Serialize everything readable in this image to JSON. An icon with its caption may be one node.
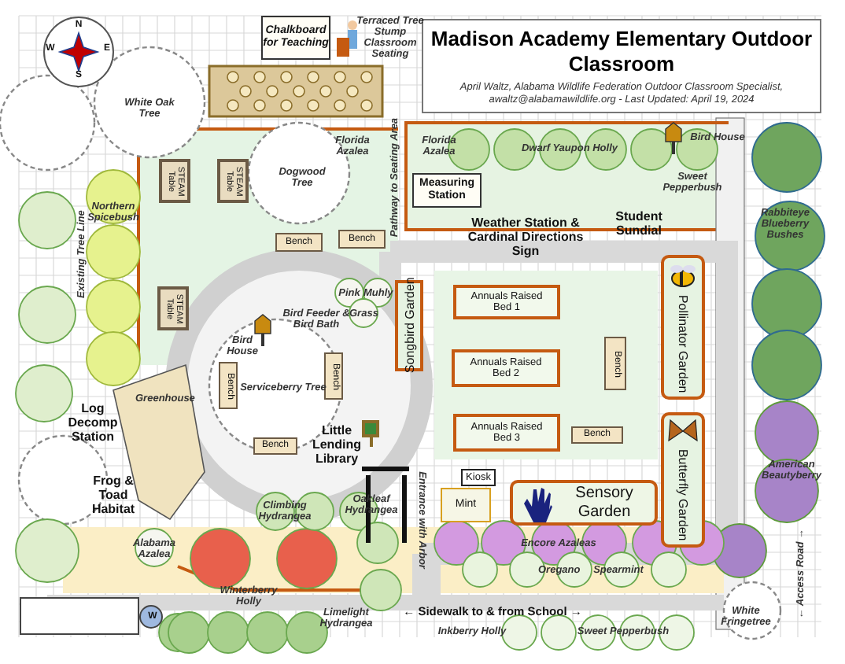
{
  "diagram": {
    "title": "Madison Academy Elementary Outdoor Classroom",
    "nodes": [
      {
        "text": [
          "April Waltz, Alabama Wildlife Federation Outdoor Classroom Specialist, awaltz@alabamawildlife.org - Last Updated: April 19, 2024"
        ]
      },
      {
        "text": [
          "Chalkboard for Teaching"
        ]
      },
      {
        "text": [
          "STEAM Table"
        ]
      },
      {
        "text": [
          "STEAM Table"
        ]
      },
      {
        "text": [
          "STEAM Table"
        ]
      },
      {
        "text": [
          "Bench"
        ]
      },
      {
        "text": [
          "Bench"
        ]
      },
      {
        "text": [
          "Measuring Station"
        ]
      },
      {
        "text": [
          "Songbird Garden"
        ]
      },
      {
        "text": [
          "Annuals Raised Bed 1"
        ]
      },
      {
        "text": [
          "Annuals Raised Bed 2"
        ]
      },
      {
        "text": [
          "Annuals Raised Bed 3"
        ]
      },
      {
        "text": [
          "Bench"
        ]
      },
      {
        "text": [
          "Bench"
        ]
      },
      {
        "text": [
          "Pollinator Garden"
        ]
      },
      {
        "text": [
          "Butterfly Garden"
        ]
      },
      {
        "text": [
          "Mint"
        ]
      },
      {
        "text": [
          "Kiosk"
        ]
      },
      {
        "text": [
          "Sensory Garden"
        ]
      },
      {
        "text": [
          "Bench"
        ]
      },
      {
        "text": [
          "Bench"
        ]
      },
      {
        "text": [
          "Bench"
        ]
      }
    ],
    "labels": [
      "Terraced Tree Stump Classroom Seating",
      "N",
      "W",
      "E",
      "S",
      "White Oak Tree",
      "Florida Azalea",
      "Dogwood Tree",
      "Pathway to Seating Area",
      "Florida Azalea",
      "Dwarf Yaupon Holly",
      "Bird House",
      "Sweet Pepperbush",
      "Weather Station & Cardinal Directions Sign",
      "Student Sundial",
      "Rabbiteye Blueberry Bushes",
      "Northern Spicebush",
      "Existing Tree Line",
      "Pink",
      "Muhly",
      "Grass",
      "Bird Feeder & Bird Bath",
      "Bird House",
      "Greenhouse",
      "Serviceberry Tree",
      "Log Decomp Station",
      "Little Lending Library",
      "Frog & Toad Habitat",
      "Climbing Hydrangea",
      "Oakleaf Hydrangea",
      "Entrance with Arbor",
      "Alabama Azalea",
      "Winterberry Holly",
      "Encore Azaleas",
      "Oregano",
      "Spearmint",
      "American Beautyberry",
      "Limelight Hydrangea",
      "← Sidewalk to & from School →",
      "← Access Road →",
      "White Fringetree",
      "Inkberry Holly",
      "Sweet Pepperbush",
      "W"
    ]
  }
}
